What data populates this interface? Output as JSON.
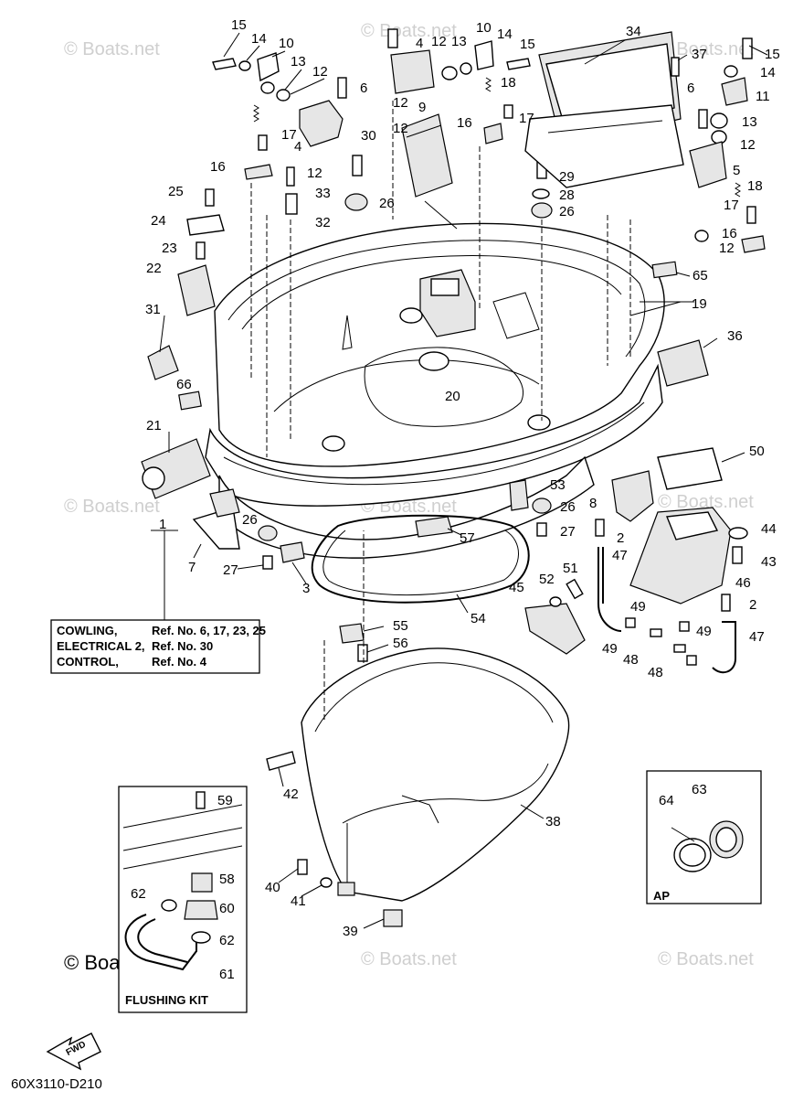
{
  "watermarks": {
    "text": "© Boats.net",
    "prominent": "© Boats.net"
  },
  "ref_box": {
    "rows": [
      {
        "label": "COWLING,",
        "ref": "Ref. No. 6, 17, 23, 25"
      },
      {
        "label": "ELECTRICAL 2,",
        "ref": "Ref. No. 30"
      },
      {
        "label": "CONTROL,",
        "ref": "Ref. No. 4"
      }
    ]
  },
  "flushing_kit": {
    "title": "FLUSHING KIT",
    "numbers": [
      "59",
      "58",
      "60",
      "62",
      "62",
      "61"
    ]
  },
  "ap_box": {
    "label": "AP",
    "numbers": [
      "64",
      "63"
    ]
  },
  "fwd_label": "FWD",
  "diagram_code": "60X3110-D210",
  "callouts": [
    "15",
    "14",
    "10",
    "13",
    "12",
    "6",
    "4",
    "12",
    "13",
    "10",
    "14",
    "15",
    "18",
    "34",
    "37",
    "15",
    "14",
    "11",
    "6",
    "13",
    "12",
    "5",
    "18",
    "17",
    "16",
    "12",
    "17",
    "16",
    "12",
    "9",
    "12",
    "4",
    "12",
    "33",
    "16",
    "17",
    "30",
    "26",
    "32",
    "25",
    "24",
    "23",
    "22",
    "31",
    "66",
    "21",
    "29",
    "28",
    "26",
    "65",
    "19",
    "36",
    "20",
    "50",
    "53",
    "26",
    "27",
    "8",
    "44",
    "43",
    "2",
    "47",
    "46",
    "2",
    "51",
    "52",
    "45",
    "49",
    "49",
    "48",
    "48",
    "49",
    "47",
    "57",
    "54",
    "55",
    "56",
    "42",
    "38",
    "40",
    "41",
    "39",
    "1",
    "7",
    "26",
    "27",
    "3"
  ]
}
